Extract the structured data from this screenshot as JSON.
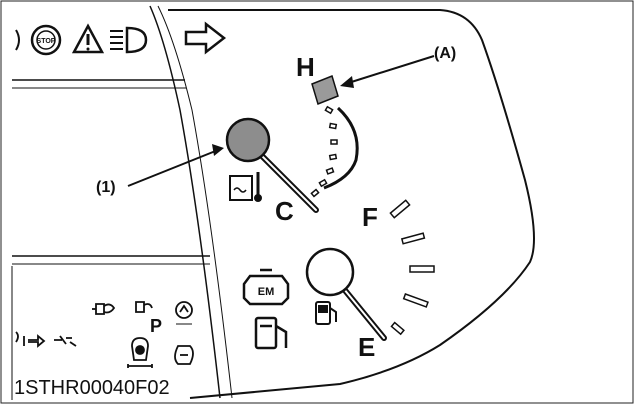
{
  "labels": {
    "temp_high": "H",
    "temp_cold": "C",
    "fuel_full": "F",
    "fuel_empty": "E",
    "callout_a": "(A)",
    "callout_1": "(1)",
    "figure_code": "1STHR00040F02",
    "stop_lamp": "STOP",
    "parking": "P",
    "engine_module": "EM"
  },
  "icons": [
    "stop-icon",
    "warning-triangle-icon",
    "headlight-icon",
    "turn-arrow-icon",
    "coolant-temp-icon",
    "check-engine-icon",
    "fuel-pump-icon",
    "glow-plug-icon",
    "parking-brake-icon",
    "oil-pressure-icon",
    "water-separator-icon",
    "battery-charge-icon",
    "shuttle-indicator-icon"
  ],
  "gauges": {
    "temperature": {
      "needle_position": "cold",
      "tick_count": 7
    },
    "fuel": {
      "needle_position": "empty",
      "tick_count": 6
    }
  },
  "colors": {
    "line": "#111111",
    "panel_fill": "#ffffff",
    "lamp_gray": "#8d8d8d",
    "warning_lamp": "#9a9a9a"
  }
}
